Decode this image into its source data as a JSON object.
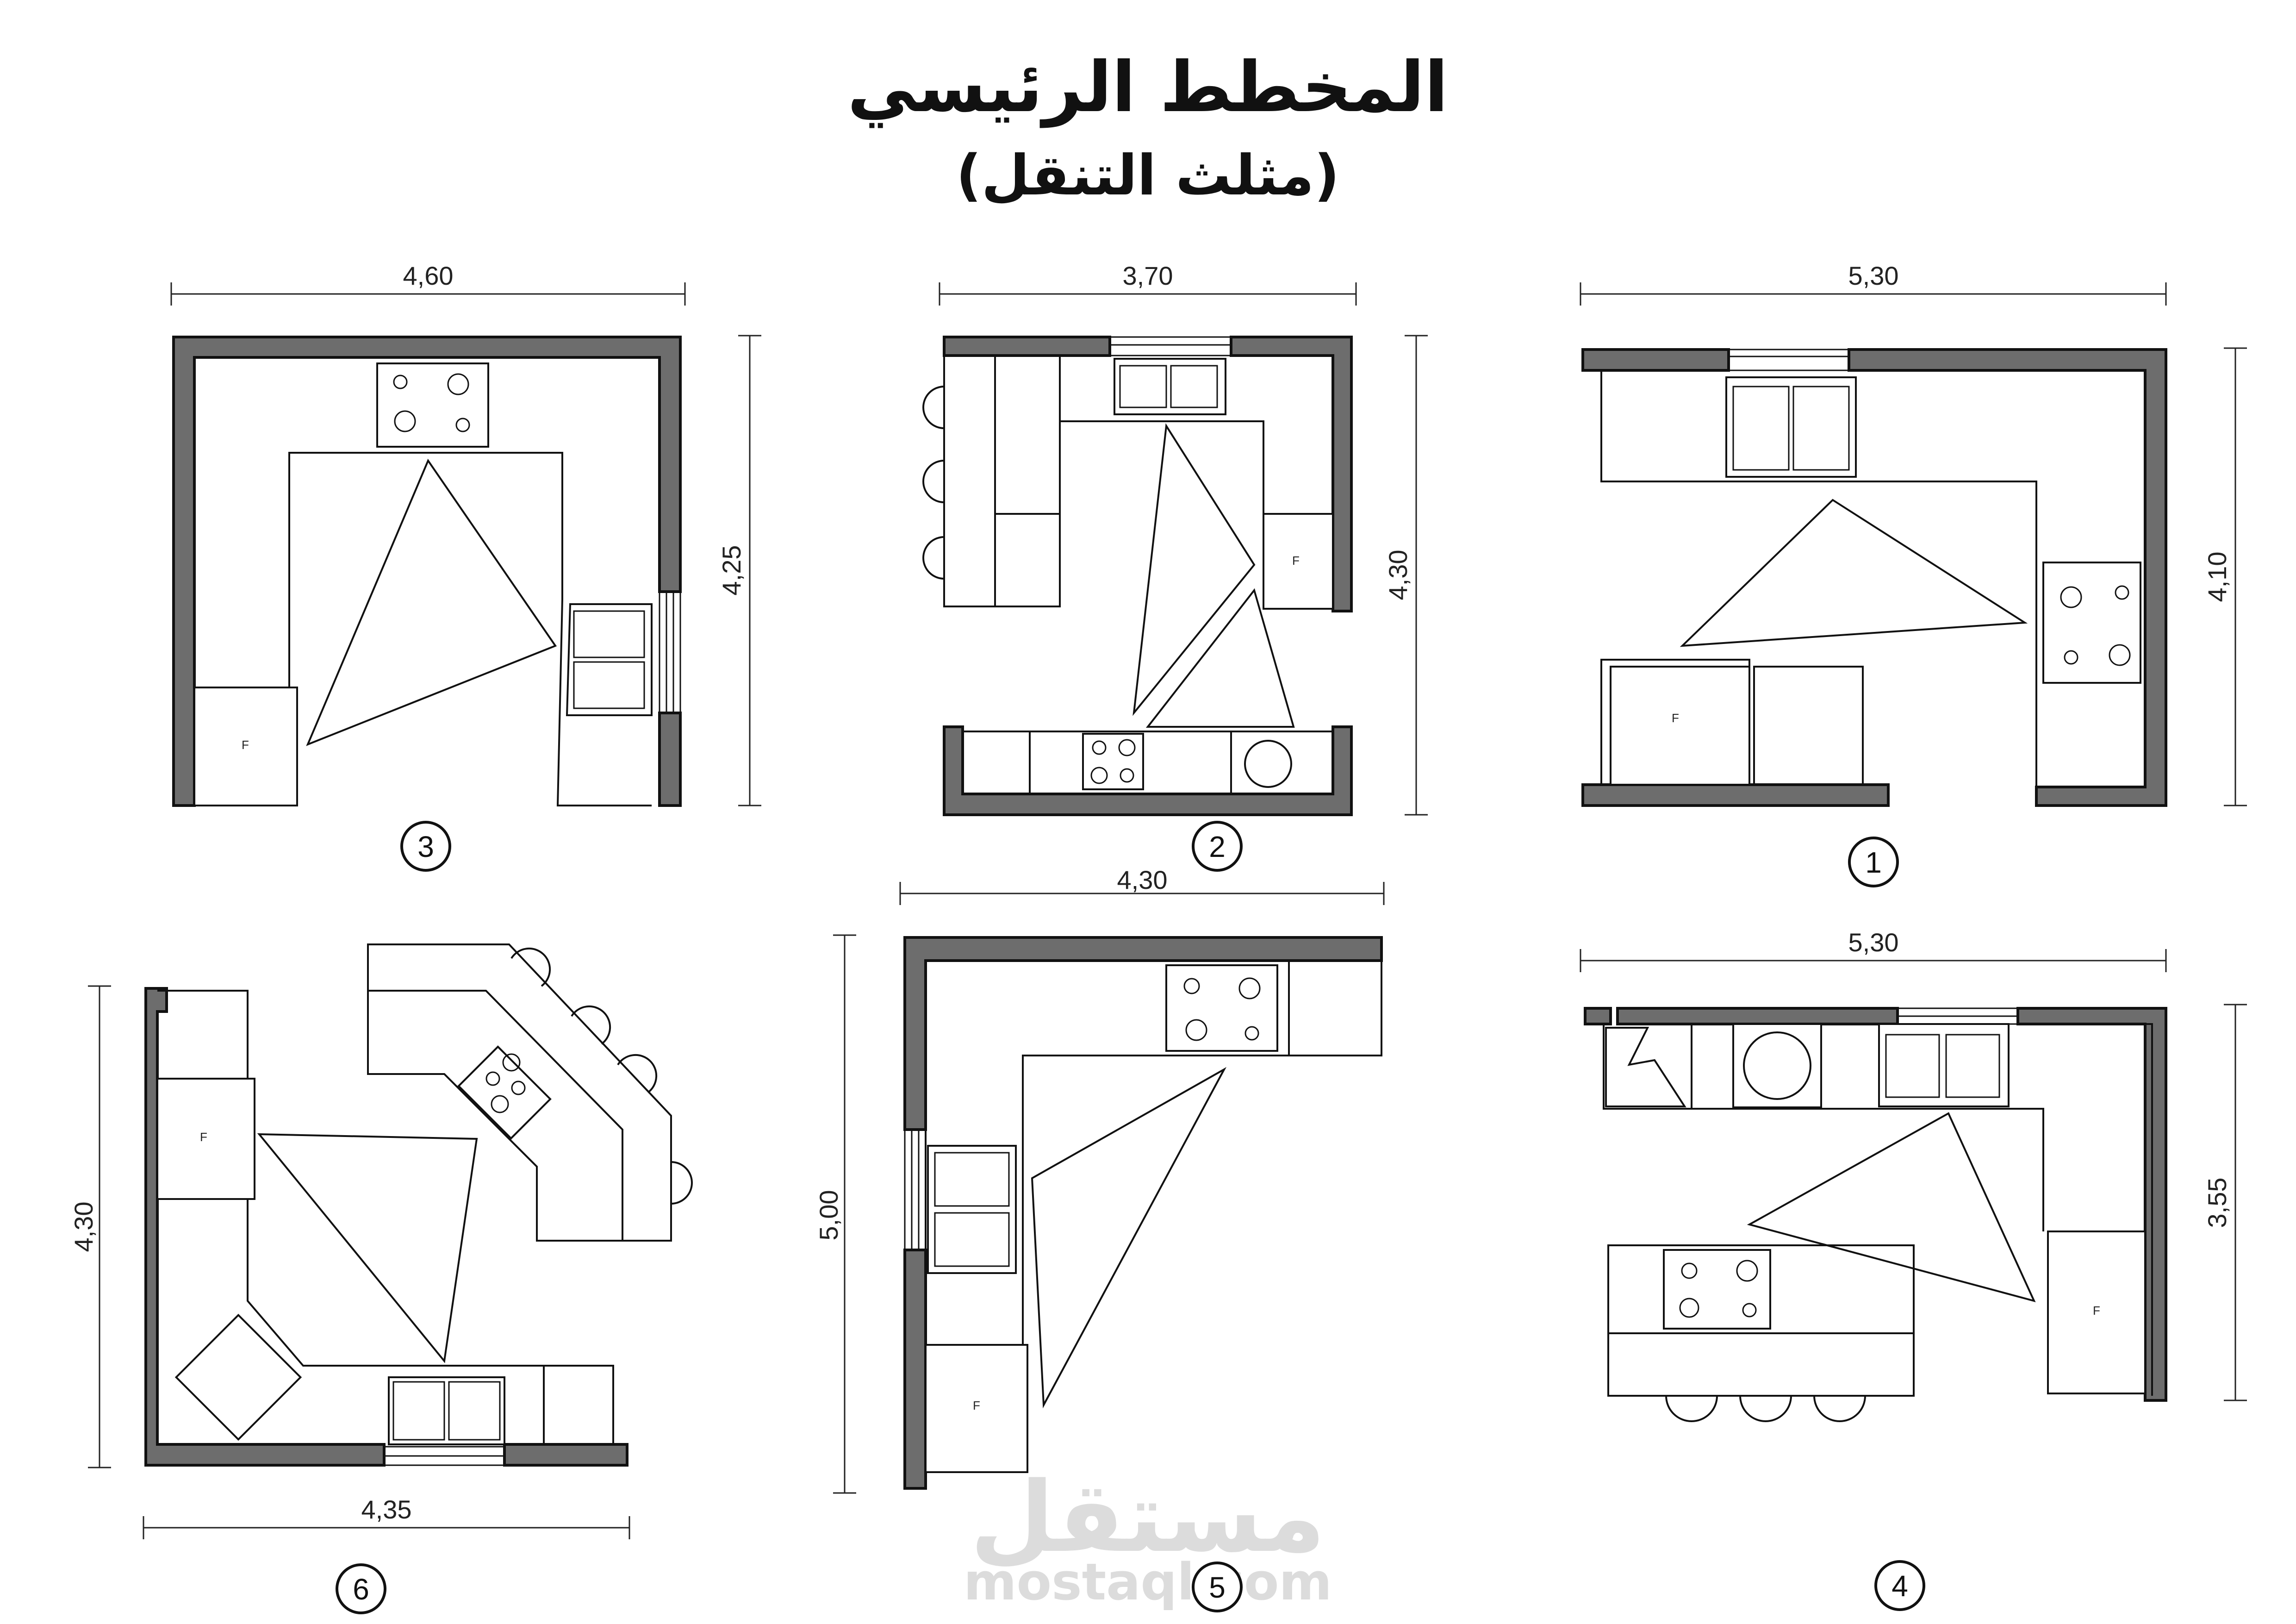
{
  "title": {
    "main": "المخطط الرئيسي",
    "sub": "(مثلث التنقل)"
  },
  "plans": [
    {
      "id": "plan-1",
      "number": "1",
      "width_dim": "5,30",
      "height_dim": "4,10",
      "fridge": "F"
    },
    {
      "id": "plan-2",
      "number": "2",
      "width_dim": "3,70",
      "height_dim": "4,30",
      "fridge": "F"
    },
    {
      "id": "plan-3",
      "number": "3",
      "width_dim": "4,60",
      "height_dim": "4,25",
      "fridge": "F"
    },
    {
      "id": "plan-4",
      "number": "4",
      "width_dim": "5,30",
      "height_dim": "3,55",
      "fridge": "F"
    },
    {
      "id": "plan-5",
      "number": "5",
      "width_dim": "4,30",
      "height_dim": "5,00",
      "fridge": "F"
    },
    {
      "id": "plan-6",
      "number": "6",
      "width_dim": "4,35",
      "height_dim": "4,30",
      "fridge": "F"
    }
  ],
  "watermark": {
    "arabic": "مستقل",
    "latin": "mostaql.com"
  },
  "colors": {
    "wall": "#6d6d6d",
    "line": "#111111",
    "background": "#ffffff"
  }
}
